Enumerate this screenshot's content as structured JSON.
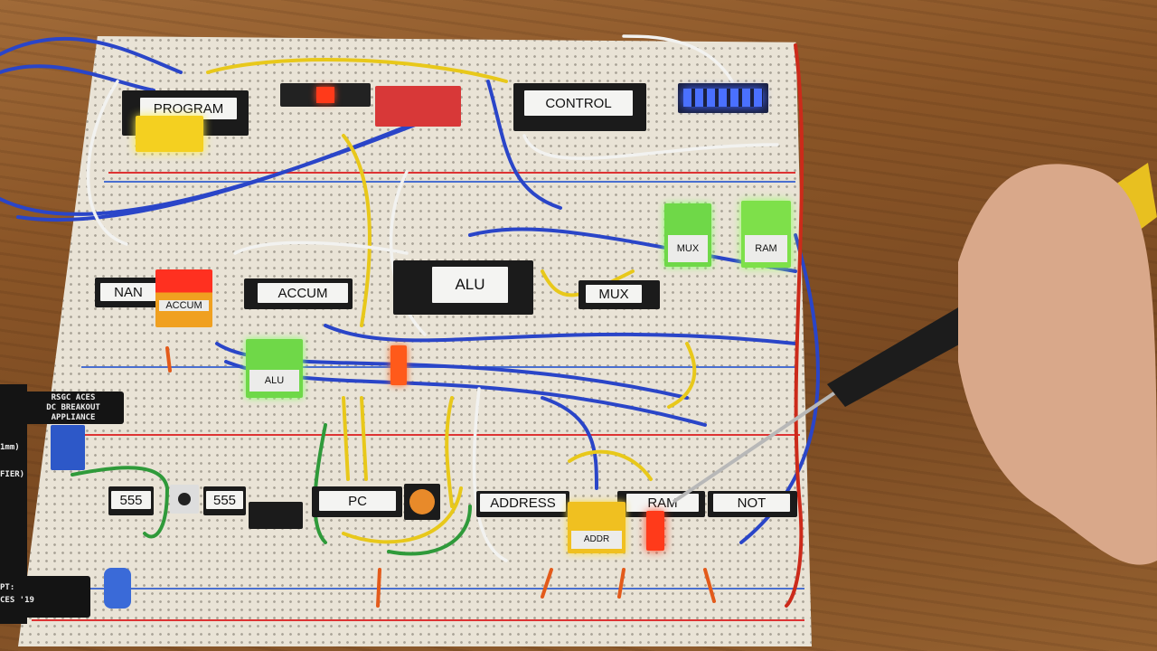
{
  "scene": "breadboard-computer",
  "chips": {
    "program": "PROGRAM",
    "control": "CONTROL",
    "nand": "NAN",
    "accum": "ACCUM",
    "alu": "ALU",
    "mux": "MUX",
    "timer1": "555",
    "timer2": "555",
    "pc": "PC",
    "address": "ADDRESS",
    "ram": "RAM",
    "not": "NOT"
  },
  "leds": {
    "accum": "ACCUM",
    "alu": "ALU",
    "mux": "MUX",
    "ram": "RAM",
    "addr": "ADDR"
  },
  "pcb": {
    "line1": "RSGC ACES",
    "line2": "DC BREAKOUT",
    "line3": "APPLIANCE",
    "side1": "1mm)",
    "side2": "FIER)",
    "side3": "PT:",
    "side4": "CES '19"
  },
  "colors": {
    "wire_blue": "#2a45c8",
    "wire_yellow": "#e8c81a",
    "wire_white": "#f2f2f0",
    "led_green": "#7ee04a",
    "led_red": "#ff3a1a",
    "led_blue": "#3a5cff",
    "led_amber": "#f0c020"
  }
}
